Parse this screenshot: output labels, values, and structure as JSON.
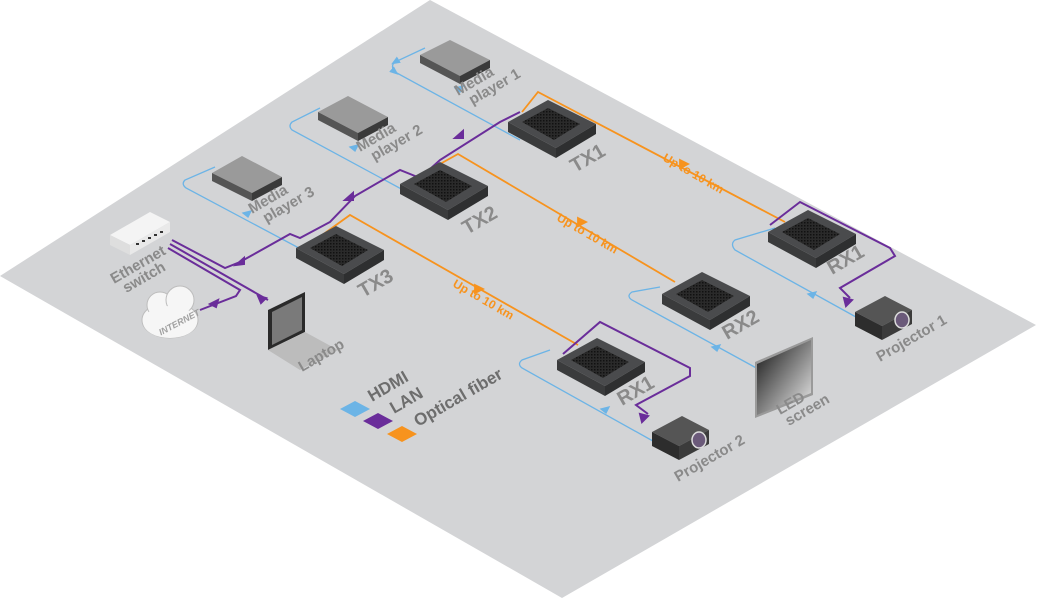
{
  "diagram": {
    "colors": {
      "hdmi": "#6cb4e6",
      "lan": "#6a2d9a",
      "fiber": "#f7931e",
      "board": "#d3d4d6",
      "label": "#8a8a8a"
    },
    "legend": [
      {
        "label": "HDMI",
        "color": "#6cb4e6"
      },
      {
        "label": "LAN",
        "color": "#6a2d9a"
      },
      {
        "label": "Optical fiber",
        "color": "#f7931e"
      }
    ],
    "devices": {
      "media_player_1": {
        "line1": "Media",
        "line2": "player 1"
      },
      "media_player_2": {
        "line1": "Media",
        "line2": "player 2"
      },
      "media_player_3": {
        "line1": "Media",
        "line2": "player 3"
      },
      "ethernet_switch": {
        "line1": "Ethernet",
        "line2": "switch"
      },
      "internet": {
        "label": "INTERNET"
      },
      "laptop": {
        "label": "Laptop"
      },
      "tx1": {
        "label": "TX1"
      },
      "tx2": {
        "label": "TX2"
      },
      "tx3": {
        "label": "TX3"
      },
      "rx1_top": {
        "label": "RX1"
      },
      "rx2": {
        "label": "RX2"
      },
      "rx1_bottom": {
        "label": "RX1"
      },
      "projector_1": {
        "label": "Projector 1"
      },
      "projector_2": {
        "label": "Projector 2"
      },
      "led_screen": {
        "line1": "LED",
        "line2": "screen"
      }
    },
    "fiber_labels": [
      "Up to 10 km",
      "Up to 10 km",
      "Up to 10 km"
    ]
  }
}
